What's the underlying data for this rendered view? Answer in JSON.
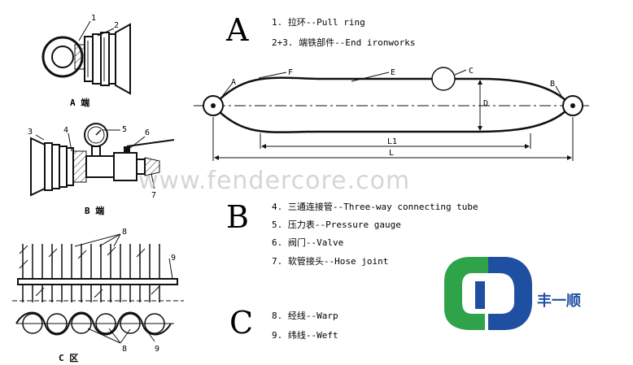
{
  "sections": {
    "a": {
      "letter": "A",
      "caption": "A 端",
      "part_numbers": [
        "1",
        "2"
      ],
      "legend": [
        "1. 拉环--Pull ring",
        "2+3. 端铁部件--End ironworks"
      ]
    },
    "b": {
      "letter": "B",
      "caption": "B 端",
      "part_numbers": [
        "3",
        "4",
        "5",
        "6",
        "7"
      ],
      "legend": [
        "4. 三通连接管--Three-way connecting tube",
        "5. 压力表--Pressure gauge",
        "6. 阀门--Valve",
        "7. 软管接头--Hose joint"
      ]
    },
    "c": {
      "letter": "C",
      "caption": "C 区",
      "part_numbers": [
        "8",
        "9",
        "8",
        "9"
      ],
      "legend": [
        "8. 经线--Warp",
        "9. 纬线--Weft"
      ]
    }
  },
  "airbag": {
    "labels": [
      "A",
      "F",
      "E",
      "C",
      "B",
      "D",
      "L1",
      "L"
    ]
  },
  "watermark": "www.fendercore.com",
  "brand": {
    "name": "丰一顺",
    "colors": {
      "blue": "#1f4fa0",
      "green": "#2fa34a"
    }
  }
}
